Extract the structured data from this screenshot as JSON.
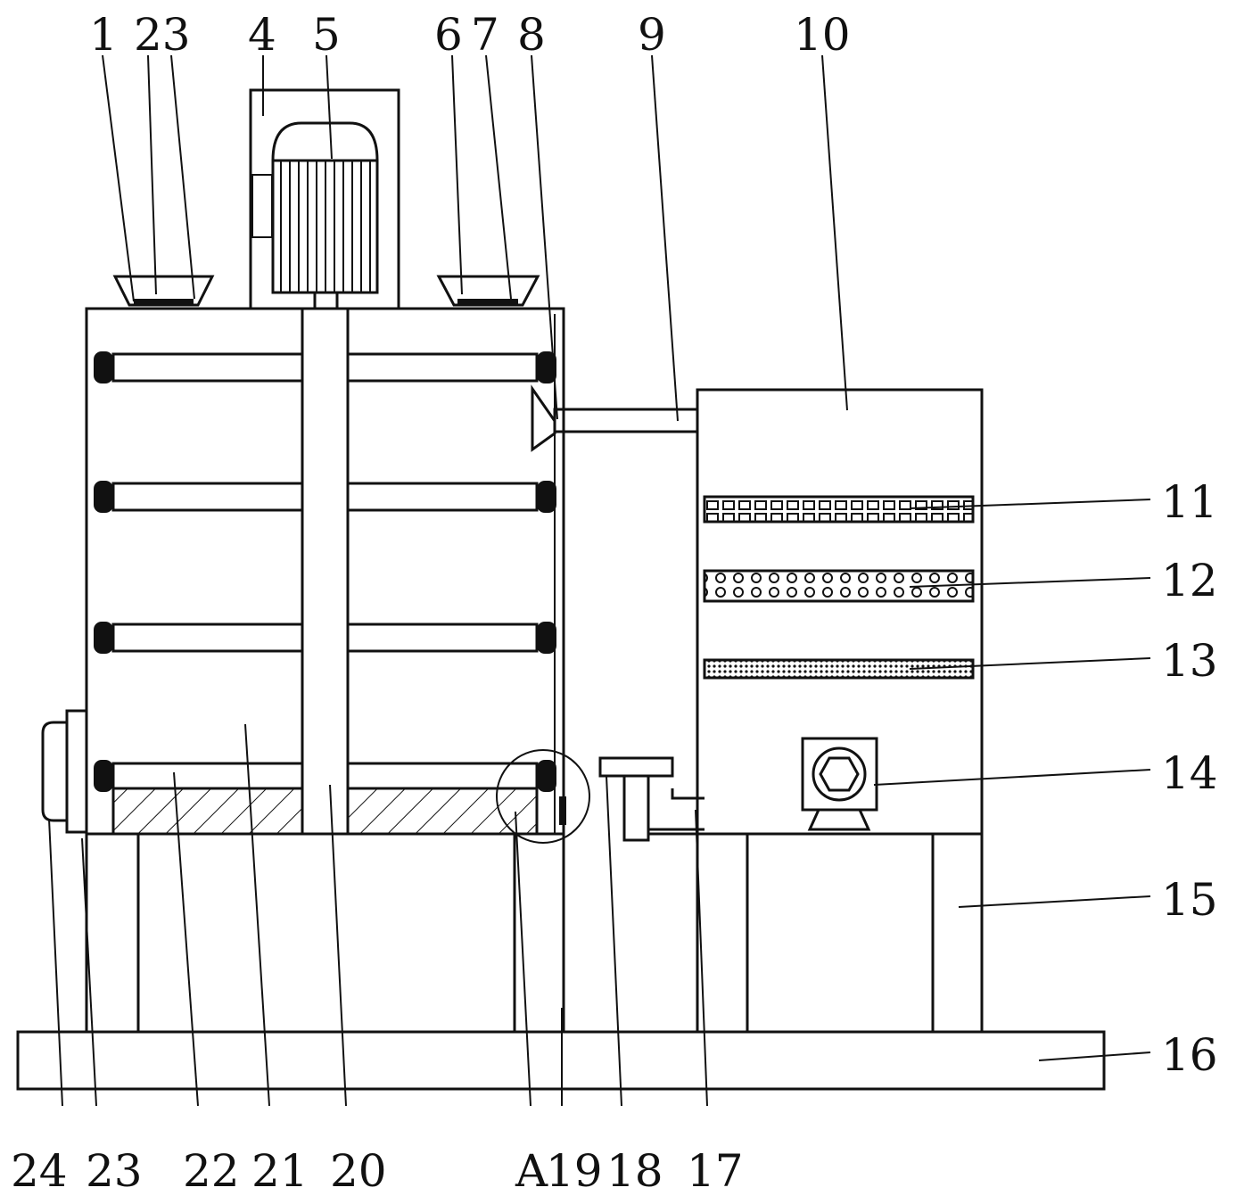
{
  "labels": {
    "l1": "1",
    "l2": "23",
    "l4": "4",
    "l5": "5",
    "l6": "6",
    "l7": "7",
    "l8": "8",
    "l9": "9",
    "l10": "10",
    "l11": "11",
    "l12": "12",
    "l13": "13",
    "l14": "14",
    "l15": "15",
    "l16": "16",
    "l17": "17",
    "l18": "18",
    "l19": "19",
    "lA": "A",
    "l20": "20",
    "l21": "21",
    "l22": "22",
    "l23": "23",
    "l24": "24"
  }
}
